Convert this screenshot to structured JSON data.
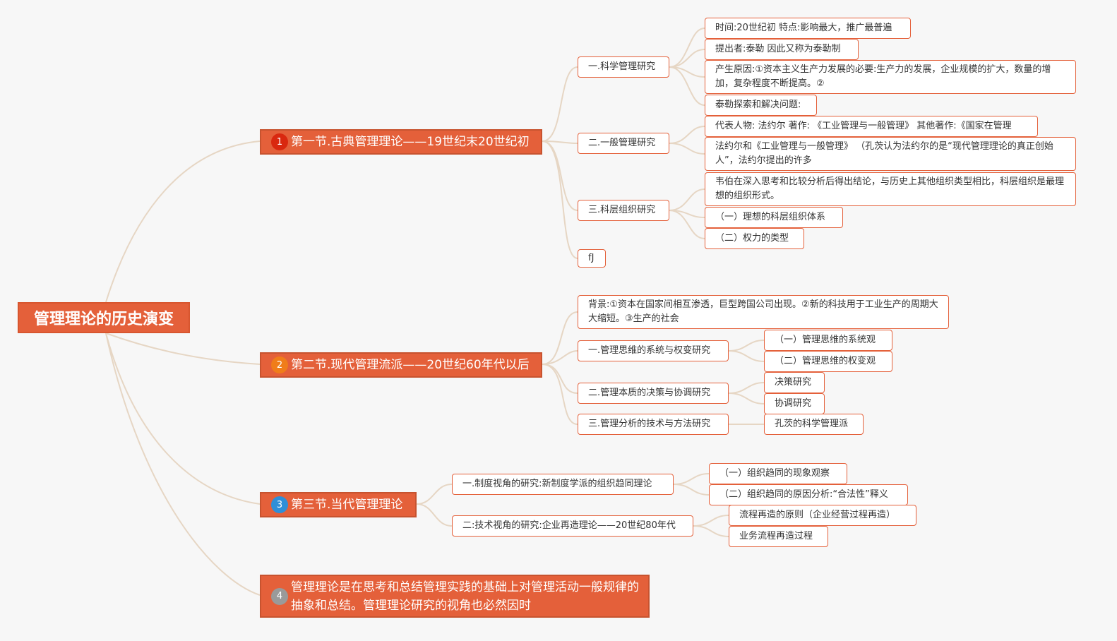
{
  "colors": {
    "accent": "#e4603a",
    "line": "#e6d6c4",
    "badge1": "#d9280f",
    "badge2": "#f07d1a",
    "badge3": "#2f8fd8",
    "badge4": "#9a9a9a"
  },
  "root": {
    "label": "管理理论的历史演变"
  },
  "sections": {
    "s1": {
      "badge": "1",
      "label": "第一节.古典管理理论——19世纪末20世纪初",
      "subs": {
        "a": {
          "label": "一.科学管理研究",
          "leaves": [
            "时间:20世纪初 特点:影响最大，推广最普遍",
            "提出者:泰勒 因此又称为泰勒制",
            "产生原因:①资本主义生产力发展的必要:生产力的发展，企业规模的扩大，数量的增加，复杂程度不断提高。②",
            "泰勒探索和解决问题:"
          ]
        },
        "b": {
          "label": "二.一般管理研究",
          "leaves": [
            "代表人物: 法约尔 著作: 《工业管理与一般管理》 其他著作:《国家在管理",
            "法约尔和《工业管理与一般管理》 （孔茨认为法约尔的是“现代管理理论的真正创始人”，法约尔提出的许多"
          ]
        },
        "c": {
          "label": "三.科层组织研究",
          "leaves": [
            "韦伯在深入思考和比较分析后得出结论，与历史上其他组织类型相比，科层组织是最理想的组织形式。",
            "（一）理想的科层组织体系",
            "（二）权力的类型"
          ]
        },
        "d": {
          "label": "fJ"
        }
      }
    },
    "s2": {
      "badge": "2",
      "label": "第二节.现代管理流派——20世纪60年代以后",
      "subs": {
        "a": {
          "label": "背景:①资本在国家间相互渗透，巨型跨国公司出现。②新的科技用于工业生产的周期大大缩短。③生产的社会"
        },
        "b": {
          "label": "一.管理思维的系统与权变研究",
          "leaves": [
            "（一）管理思维的系统观",
            "（二）管理思维的权变观"
          ]
        },
        "c": {
          "label": "二.管理本质的决策与协调研究",
          "leaves": [
            "决策研究",
            "协调研究"
          ]
        },
        "d": {
          "label": "三.管理分析的技术与方法研究",
          "leaves": [
            "孔茨的科学管理派"
          ]
        }
      }
    },
    "s3": {
      "badge": "3",
      "label": "第三节.当代管理理论",
      "subs": {
        "a": {
          "label": "一.制度视角的研究:新制度学派的组织趋同理论",
          "leaves": [
            "（一）组织趋同的现象观察",
            "（二）组织趋同的原因分析:“合法性”释义"
          ]
        },
        "b": {
          "label": "二:技术视角的研究:企业再造理论——20世纪80年代",
          "leaves": [
            "流程再造的原则（企业经营过程再造）",
            "业务流程再造过程"
          ]
        }
      }
    },
    "s4": {
      "badge": "4",
      "label": "管理理论是在思考和总结管理实践的基础上对管理活动一般规律的抽象和总结。管理理论研究的视角也必然因时"
    }
  }
}
